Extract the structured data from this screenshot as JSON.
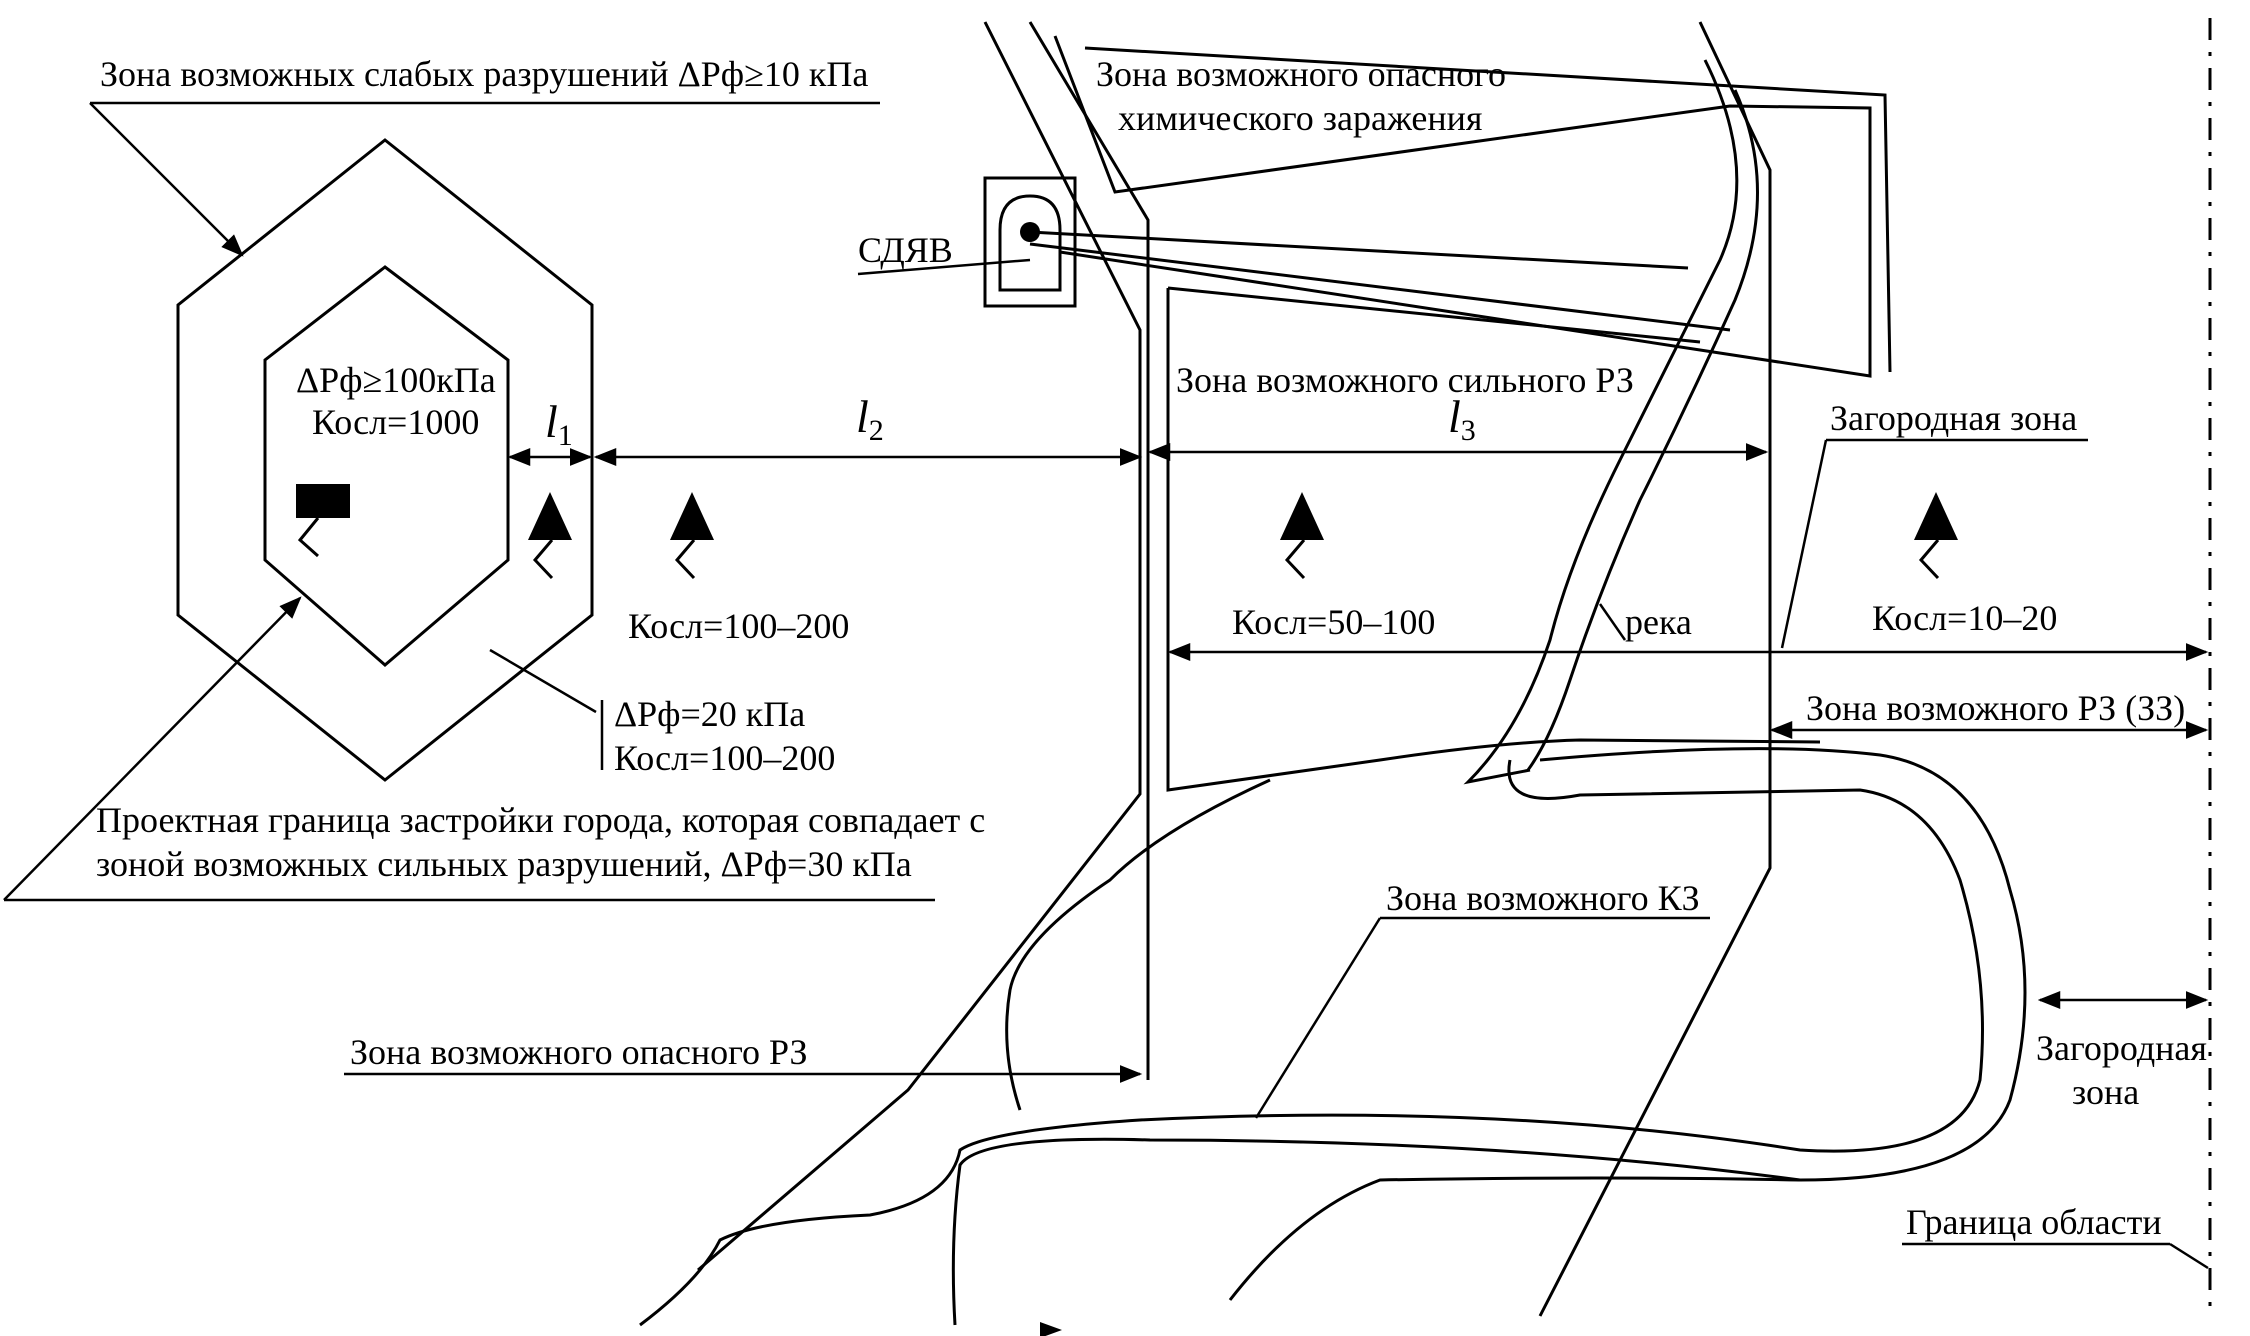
{
  "labels": {
    "weak_zone": "Зона возможных слабых разрушений ΔPф≥10 кПа",
    "chem_zone_1": "Зона возможного опасного",
    "chem_zone_2": "химического заражения",
    "sdyav": "СДЯВ",
    "strong_rz": "Зона возможного сильного РЗ",
    "suburban_zone": "Загородная зона",
    "inner_dp": "ΔPф≥100кПа",
    "inner_k": "Косл=1000",
    "l1": "l1",
    "l2": "l2",
    "l3": "l3",
    "k_100_200": "Косл=100–200",
    "k_50_100": "Косл=50–100",
    "river": "река",
    "k_10_20": "Косл=10–20",
    "dp20": "ΔPф=20 кПа",
    "k2_100_200": "Косл=100–200",
    "rz_zz": "Зона возможного РЗ (ЗЗ)",
    "project_boundary_1": "Проектная граница застройки города, которая совпадает с",
    "project_boundary_2": "зоной возможных сильных разрушений, ΔPф=30 кПа",
    "kz_zone": "Зона возможного КЗ",
    "danger_rz": "Зона возможного опасного РЗ",
    "suburban_1": "Загородная",
    "suburban_2": "зона",
    "region_border": "Граница области"
  }
}
